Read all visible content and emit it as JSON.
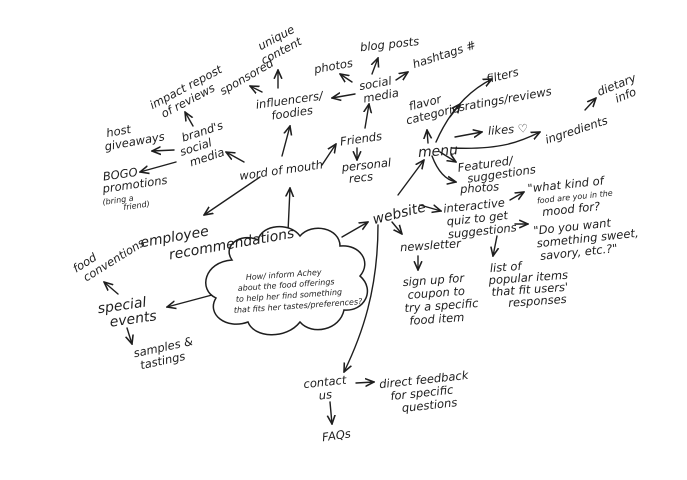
{
  "title": "",
  "center": {
    "text": [
      "How/ inform Achey",
      "about the food offerings",
      "to help her find something",
      "that fits her tastes/preferences?"
    ]
  },
  "nodes": {
    "word_of_mouth": "word of mouth",
    "employee_recommendations": [
      "employee",
      "recommendations"
    ],
    "special_events": [
      "special",
      "events"
    ],
    "samples_tastings": [
      "samples &",
      "tastings"
    ],
    "food_conventions": [
      "food",
      "conventions"
    ],
    "brands_social_media": [
      "brand's",
      "social",
      "media"
    ],
    "host_giveaways": [
      "host",
      "giveaways"
    ],
    "bogo_promotions": [
      "BOGO",
      "promotions",
      "(bring a",
      "friend)"
    ],
    "impact_repost": [
      "impact repost",
      "of reviews"
    ],
    "sponsored": "sponsored",
    "unique_content": [
      "unique",
      "content"
    ],
    "influencers_foodies": [
      "influencers/",
      "foodies"
    ],
    "photos": "photos",
    "blog_posts": "blog posts",
    "social_media": [
      "social",
      "media"
    ],
    "hashtags": "hashtags #",
    "friends": "Friends",
    "personal_recs": [
      "personal",
      "recs"
    ],
    "website": "website",
    "menu": "menu",
    "flavor_categories": [
      "flavor",
      "categories"
    ],
    "filters": "filters",
    "ratings_reviews": "ratings/reviews",
    "likes": "likes ♡",
    "ingredients": "ingredients",
    "dietary_info": [
      "dietary",
      "info"
    ],
    "featured_suggestions": [
      "Featured/",
      "suggestions"
    ],
    "photos_menu": "photos",
    "interactive_quiz": [
      "interactive",
      "quiz to get",
      "suggestions"
    ],
    "quiz_q1": [
      "\"what kind of",
      "food are you in the",
      "mood for?"
    ],
    "quiz_q2": [
      "\"Do you want",
      "something sweet,",
      "savory, etc.?\""
    ],
    "list_popular": [
      "list of",
      "popular items",
      "that fit users'",
      "responses"
    ],
    "newsletter": "newsletter",
    "sign_up": [
      "sign up for",
      "coupon to",
      "try a specific",
      "food item"
    ],
    "contact_us": [
      "contact",
      "us"
    ],
    "direct_feedback": [
      "direct feedback",
      "for specific",
      "questions"
    ],
    "faqs": "FAQs"
  }
}
